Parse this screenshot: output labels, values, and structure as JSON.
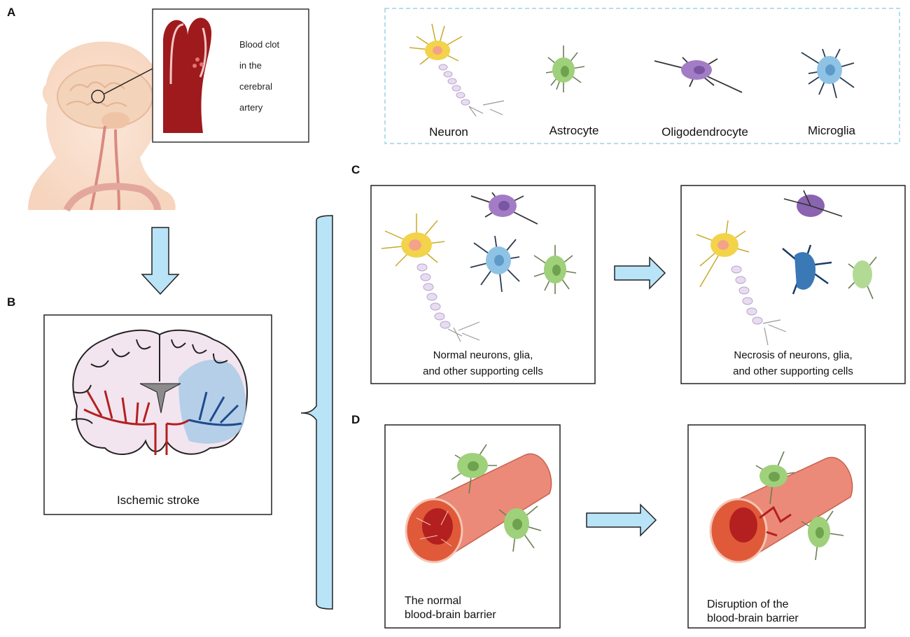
{
  "panel_labels": {
    "a": "A",
    "b": "B",
    "c": "C",
    "d": "D"
  },
  "panel_a": {
    "callout_lines": [
      "Blood clot",
      "in the",
      "cerebral",
      "artery"
    ]
  },
  "cell_legend": {
    "neuron": "Neuron",
    "astrocyte": "Astrocyte",
    "oligodendrocyte": "Oligodendrocyte",
    "microglia": "Microglia"
  },
  "panel_b": {
    "caption": "Ischemic stroke"
  },
  "panel_c": {
    "normal_lines": [
      "Normal neurons, glia,",
      "and other supporting cells"
    ],
    "necrosis_lines": [
      "Necrosis of neurons, glia,",
      "and other supporting cells"
    ]
  },
  "panel_d": {
    "normal_lines": [
      "The normal",
      "blood-brain barrier"
    ],
    "disruption_lines": [
      "Disruption of the",
      "blood-brain barrier"
    ]
  },
  "colors": {
    "arrow_fill": "#b9e3f7",
    "neuron": "#f2d34a",
    "astrocyte": "#9fd07a",
    "oligodendrocyte": "#a27cc4",
    "microglia": "#8ec3e6",
    "artery": "#b3201f",
    "ischemia": "#a9cbe7",
    "vessel": "#eb8a78"
  }
}
